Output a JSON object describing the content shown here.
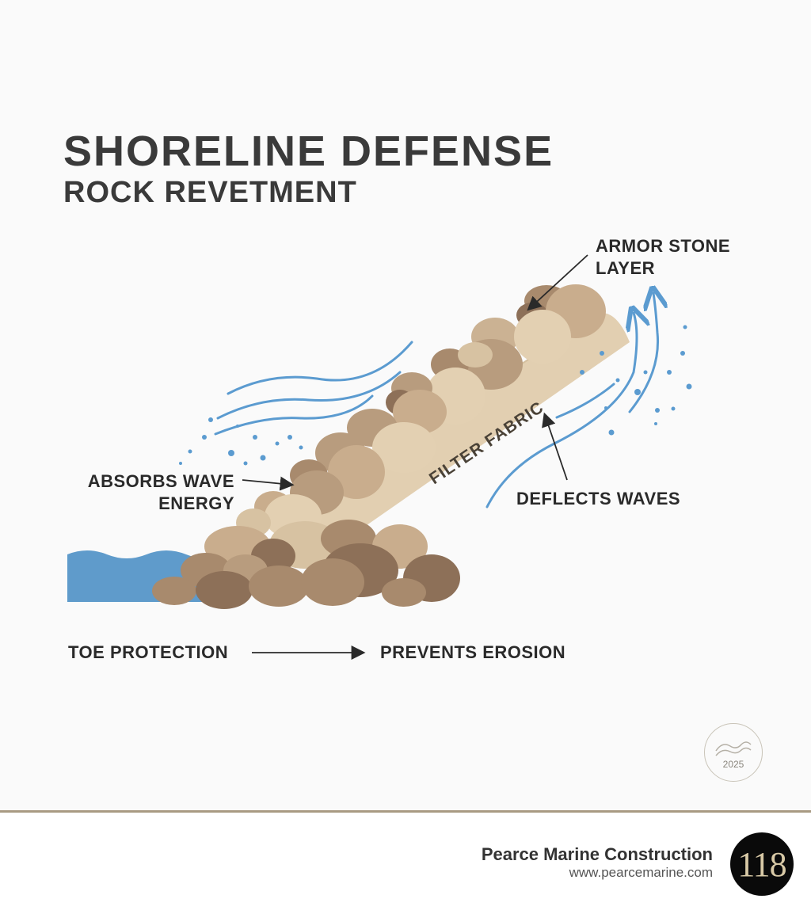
{
  "header": {
    "title": "SHORELINE DEFENSE",
    "subtitle": "ROCK REVETMENT"
  },
  "labels": {
    "armor_stone": [
      "ARMOR STONE",
      "LAYER"
    ],
    "absorbs": [
      "ABSORBS WAVE",
      "ENERGY"
    ],
    "filter_fabric": "FILTER FABRIC",
    "deflects": "DEFLECTS WAVES",
    "toe_protection": "TOE PROTECTION",
    "prevents_erosion": "PREVENTS EROSION"
  },
  "seal": {
    "year": "2025"
  },
  "footer": {
    "company": "Pearce Marine Construction",
    "url": "www.pearcemarine.com",
    "badge": "118"
  },
  "colors": {
    "water": "#5f9bcb",
    "fabric": "#e2cfb1",
    "rock_light": "#d9c3a3",
    "rock_mid": "#b89c7e",
    "rock_dark": "#8d7058",
    "wave_line": "#5b9bd0",
    "footer_rule": "#a89a82"
  }
}
